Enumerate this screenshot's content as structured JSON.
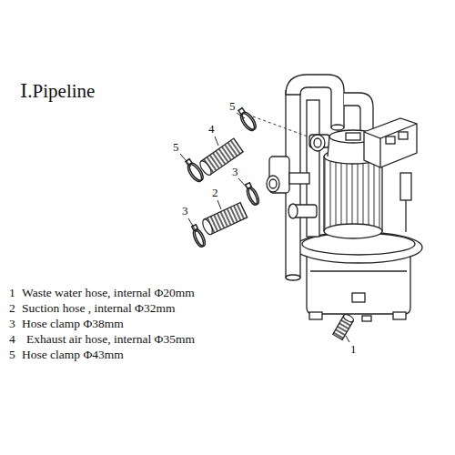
{
  "diagram": {
    "title": "Ⅰ.Pipeline",
    "labels": [
      "5",
      "4",
      "5",
      "3",
      "2",
      "3",
      "1",
      "Waste water hose, internal Φ20mm",
      "2",
      "Suction hose , internal Φ32mm",
      "3",
      "Hose clamp Φ38mm",
      "4",
      "Exhaust air hose, internal Φ35mm",
      "5",
      "Hose clamp Φ43mm",
      "1"
    ]
  }
}
